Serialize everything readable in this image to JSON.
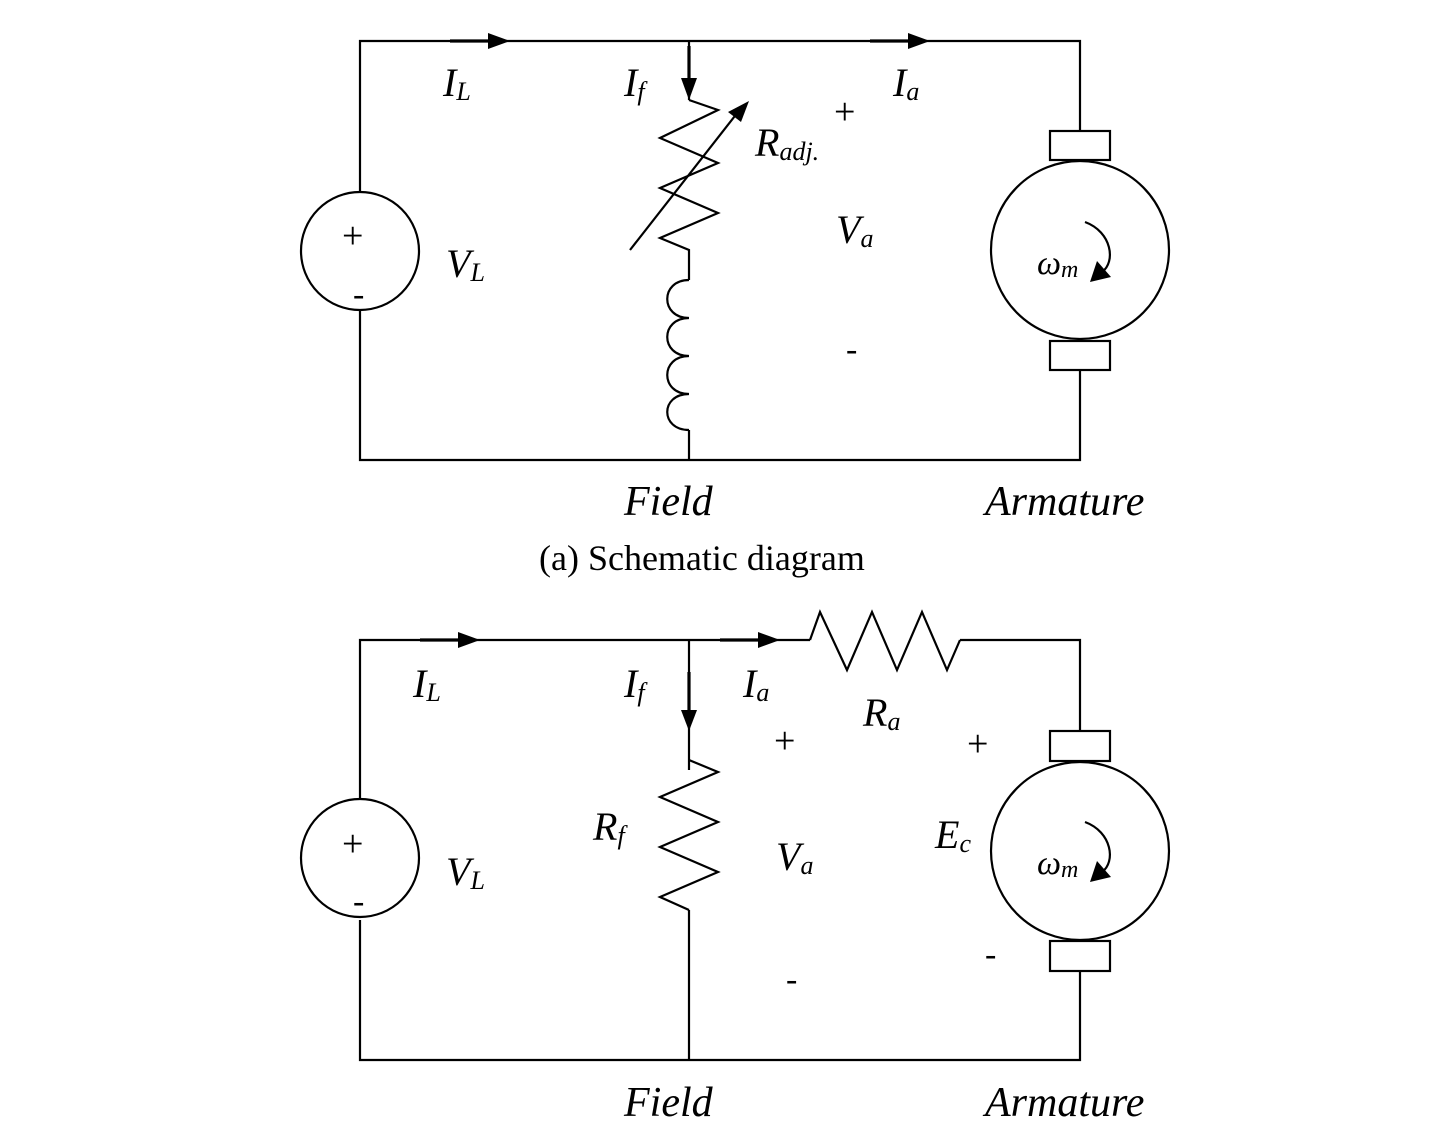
{
  "diagram_a": {
    "caption": "(a) Schematic diagram",
    "source": {
      "name": "V",
      "sub": "L",
      "plus": "+",
      "minus": "-"
    },
    "currents": {
      "line": {
        "name": "I",
        "sub": "L"
      },
      "field": {
        "name": "I",
        "sub": "f"
      },
      "armature": {
        "name": "I",
        "sub": "a"
      }
    },
    "field_resistor": {
      "name": "R",
      "sub": "adj."
    },
    "terminal_voltage": {
      "name": "V",
      "sub": "a",
      "plus": "+",
      "minus": "-"
    },
    "motor": {
      "speed": "ω",
      "speed_sub": "m"
    },
    "section_labels": {
      "field": "Field",
      "armature": "Armature"
    }
  },
  "diagram_b": {
    "source": {
      "name": "V",
      "sub": "L",
      "plus": "+",
      "minus": "-"
    },
    "currents": {
      "line": {
        "name": "I",
        "sub": "L"
      },
      "field": {
        "name": "I",
        "sub": "f"
      },
      "armature": {
        "name": "I",
        "sub": "a"
      }
    },
    "field_resistor": {
      "name": "R",
      "sub": "f"
    },
    "armature_resistor": {
      "name": "R",
      "sub": "a"
    },
    "terminal_voltage": {
      "name": "V",
      "sub": "a",
      "plus": "+",
      "minus": "-"
    },
    "back_emf": {
      "name": "E",
      "sub": "c",
      "plus": "+",
      "minus": "-"
    },
    "motor": {
      "speed": "ω",
      "speed_sub": "m"
    },
    "section_labels": {
      "field": "Field",
      "armature": "Armature"
    }
  }
}
